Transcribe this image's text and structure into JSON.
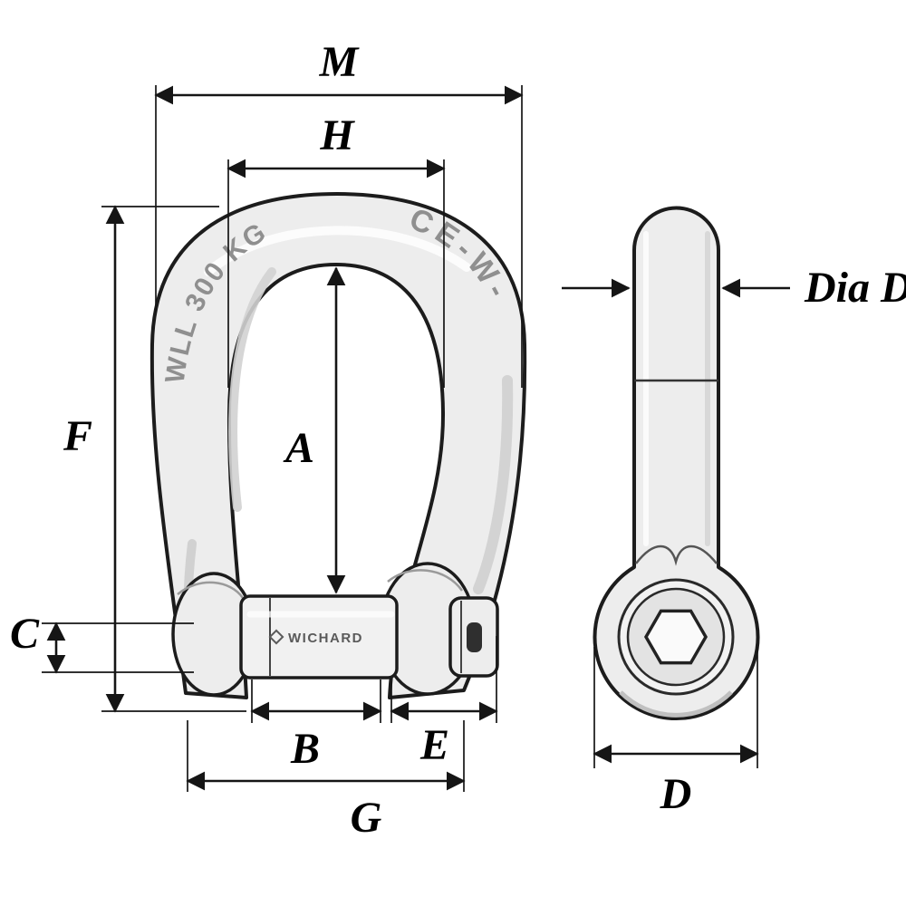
{
  "figure": {
    "type": "technical-drawing",
    "subject": "Bow shackle with captive hex-socket pin, front view and side view with dimension callouts",
    "views": [
      "front",
      "side"
    ]
  },
  "dimensions": {
    "M": "M",
    "H": "H",
    "A": "A",
    "F": "F",
    "C": "C",
    "B": "B",
    "E": "E",
    "G": "G",
    "D": "D",
    "diaD": "Dia D"
  },
  "engravings": {
    "wll": "WLL 300 KG",
    "ce": "CE-W-",
    "pin_brand": "WICHARD"
  },
  "colors": {
    "line": "#151515",
    "metal_fill": "#ededed",
    "metal_light": "#f2f2f2",
    "engraving": "#8f8f8f",
    "socket_dark": "#2f2f2f",
    "background": "#ffffff"
  }
}
